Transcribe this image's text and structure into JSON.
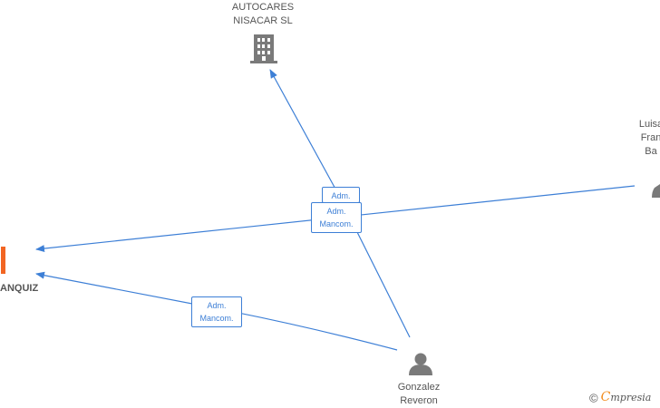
{
  "nodes": {
    "autocares": {
      "line1": "AUTOCARES",
      "line2": "NISACAR SL",
      "icon": "building-icon"
    },
    "luisa": {
      "line1": "Luisa",
      "line2": "Fran",
      "line3": "Ba",
      "icon": "person-icon"
    },
    "gonzalez": {
      "line1": "Gonzalez",
      "line2": "Reveron",
      "icon": "person-icon"
    },
    "company_left": {
      "line1": "ANQUIZ",
      "icon": "company-marker-icon",
      "color": "#f26522"
    }
  },
  "edges": {
    "adm_top": {
      "line1": "Adm."
    },
    "adm_mancom_mid": {
      "line1": "Adm.",
      "line2": "Mancom."
    },
    "adm_mancom_low": {
      "line1": "Adm.",
      "line2": "Mancom."
    }
  },
  "colors": {
    "edge": "#3d7fd6",
    "node_icon": "#7a7a7a",
    "accent": "#f26522",
    "brand_e": "#f28c1e"
  },
  "footer": {
    "copyright": "©",
    "brand_first": "C",
    "brand_rest": "mpresia"
  }
}
